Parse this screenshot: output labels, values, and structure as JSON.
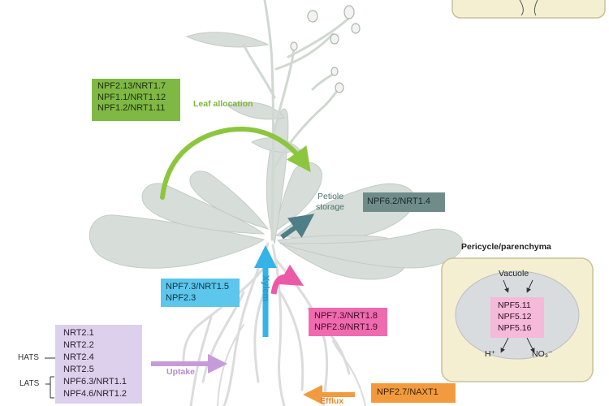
{
  "colors": {
    "plant": "#d7ddd8",
    "green_box": "#7fb843",
    "green_arrow": "#8cc63f",
    "petiole_box": "#6f8c8a",
    "petiole_arrow": "#4f7f86",
    "blue_box": "#5cc6ec",
    "blue_arrow": "#36b3e6",
    "pink_box": "#f06ab0",
    "pink_arrow": "#ec5aa6",
    "lilac_box": "#ddd0ec",
    "lilac_arrow": "#c59cd9",
    "orange_box": "#f29b3e",
    "orange_arrow": "#f29b3e",
    "panel_bg": "#f5efd2",
    "panel_border": "#c9c09a"
  },
  "leaf_allocation": {
    "label": "Leaf allocation",
    "transporters": [
      "NPF2.13/NRT1.7",
      "NPF1.1/NRT1.12",
      "NPF1.2/NRT1.11"
    ]
  },
  "petiole_storage": {
    "label_line1": "Petiole",
    "label_line2": "storage",
    "transporter": "NPF6.2/NRT1.4"
  },
  "xylem": {
    "label": "Xylem",
    "transporters": [
      "NPF7.3/NRT1.5",
      "NPF2.3"
    ]
  },
  "root_reload": {
    "transporters": [
      "NPF7.3/NRT1.8",
      "NPF2.9/NRT1.9"
    ]
  },
  "uptake": {
    "label": "Uptake",
    "hats_label": "HATS",
    "lats_label": "LATS",
    "transporters": [
      "NRT2.1",
      "NRT2.2",
      "NRT2.4",
      "NRT2.5",
      "NPF6.3/NRT1.1",
      "NPF4.6/NRT1.2"
    ]
  },
  "efflux": {
    "label": "Efflux",
    "transporter": "NPF2.7/NAXT1"
  },
  "pericycle_panel": {
    "title": "Pericycle/parenchyma",
    "vacuole_label": "Vacuole",
    "transporters": [
      "NPF5.11",
      "NPF5.12",
      "NPF5.16"
    ],
    "proton_label": "H⁺",
    "nitrate_label": "NO₃⁻"
  }
}
